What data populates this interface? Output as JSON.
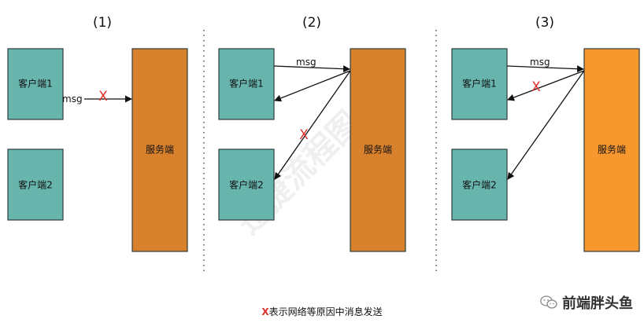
{
  "panels": [
    {
      "label": "(1)"
    },
    {
      "label": "(2)"
    },
    {
      "label": "(3)"
    }
  ],
  "client1_label": "客户端1",
  "client2_label": "客户端2",
  "server_label": "服务端",
  "msg_label": "msg",
  "fail_mark": "X",
  "watermark_text": "迅捷流程图",
  "caption": {
    "mark": "X",
    "text": "表示网络等原因中消息发送"
  },
  "brand": {
    "icon": "wechat-icon",
    "name": "前端胖头鱼"
  },
  "colors": {
    "client_fill": "#68b5ad",
    "server_fill_dark": "#d8812d",
    "server_fill_bright": "#f7982f",
    "fail_red": "#e0322d"
  }
}
